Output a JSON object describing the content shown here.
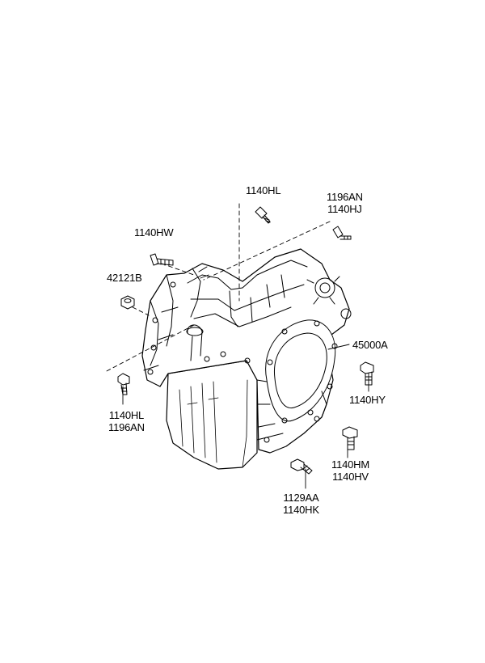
{
  "labels": {
    "top_bolt": "1140HL",
    "top_right_bolt_a": "1196AN",
    "top_right_bolt_b": "1140HJ",
    "left_bolt": "1140HW",
    "nut": "42121B",
    "assembly": "45000A",
    "right_bolt": "1140HY",
    "left_lower_bolt_a": "1140HL",
    "left_lower_bolt_b": "1196AN",
    "right_lower_bolt_a": "1140HM",
    "right_lower_bolt_b": "1140HV",
    "bottom_bolt_a": "1129AA",
    "bottom_bolt_b": "1140HK"
  },
  "colors": {
    "line": "#000000",
    "body": "#ffffff"
  }
}
